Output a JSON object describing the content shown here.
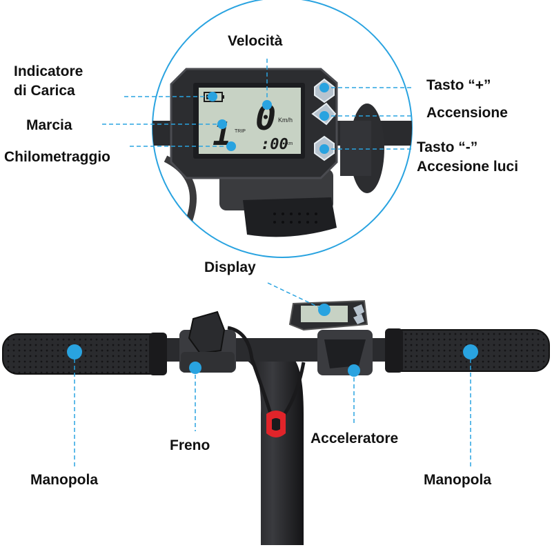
{
  "colors": {
    "accent": "#29a3e0",
    "label_text": "#111111",
    "lcd_bg": "#c7d2c4",
    "lcd_digit": "#1c1c1c",
    "device_body": "#2c2d30",
    "brake_red": "#e0242a"
  },
  "callouts": {
    "velocita": "Velocità",
    "indicatore_carica": "Indicatore\ndi Carica",
    "marcia": "Marcia",
    "chilometraggio": "Chilometraggio",
    "tasto_plus": "Tasto “+”",
    "accensione": "Accensione",
    "tasto_minus": "Tasto “-”\nAccesione luci",
    "display": "Display",
    "freno": "Freno",
    "acceleratore": "Acceleratore",
    "manopola_left": "Manopola",
    "manopola_right": "Manopola"
  },
  "lcd": {
    "speed_value": "0",
    "speed_unit": "Km/h",
    "gear_value": "1",
    "trip_label": "TRIP",
    "odometer_value": ":00",
    "odometer_unit": "km"
  }
}
